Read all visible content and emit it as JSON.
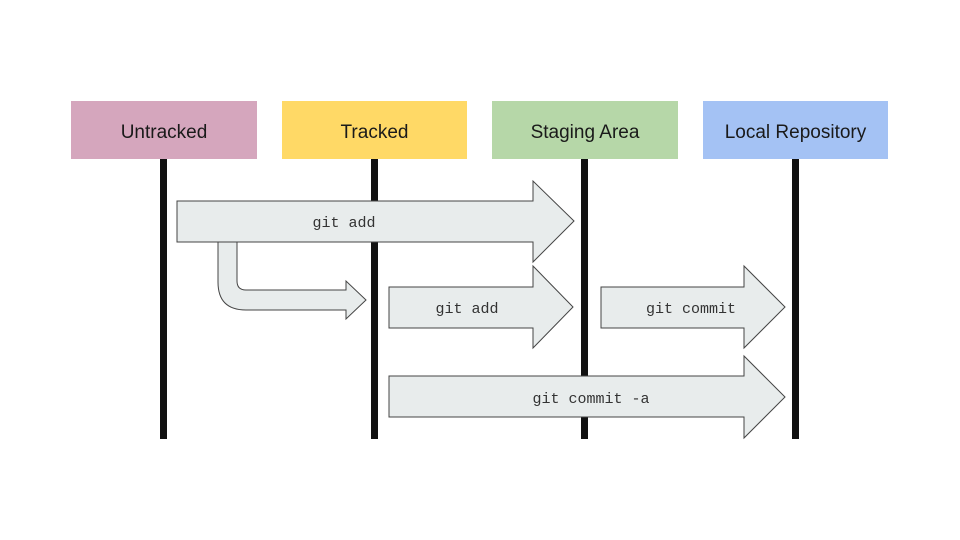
{
  "lanes": [
    {
      "id": "untracked",
      "label": "Untracked",
      "color": "#d5a6bd"
    },
    {
      "id": "tracked",
      "label": "Tracked",
      "color": "#ffd966"
    },
    {
      "id": "staging",
      "label": "Staging Area",
      "color": "#b6d7a8"
    },
    {
      "id": "local_repo",
      "label": "Local Repository",
      "color": "#a4c2f4"
    }
  ],
  "arrows": [
    {
      "id": "untracked-to-staging",
      "label": "git add",
      "from": "Untracked",
      "to": "Staging Area"
    },
    {
      "id": "untracked-to-tracked",
      "label": "",
      "from": "Untracked",
      "to": "Tracked"
    },
    {
      "id": "tracked-to-staging",
      "label": "git add",
      "from": "Tracked",
      "to": "Staging Area"
    },
    {
      "id": "staging-to-repo",
      "label": "git commit",
      "from": "Staging Area",
      "to": "Local Repository"
    },
    {
      "id": "tracked-to-repo",
      "label": "git commit -a",
      "from": "Tracked",
      "to": "Local Repository"
    }
  ],
  "styles": {
    "arrow_fill": "#e8ecec",
    "arrow_stroke": "#444444",
    "lifeline_color": "#111111"
  }
}
